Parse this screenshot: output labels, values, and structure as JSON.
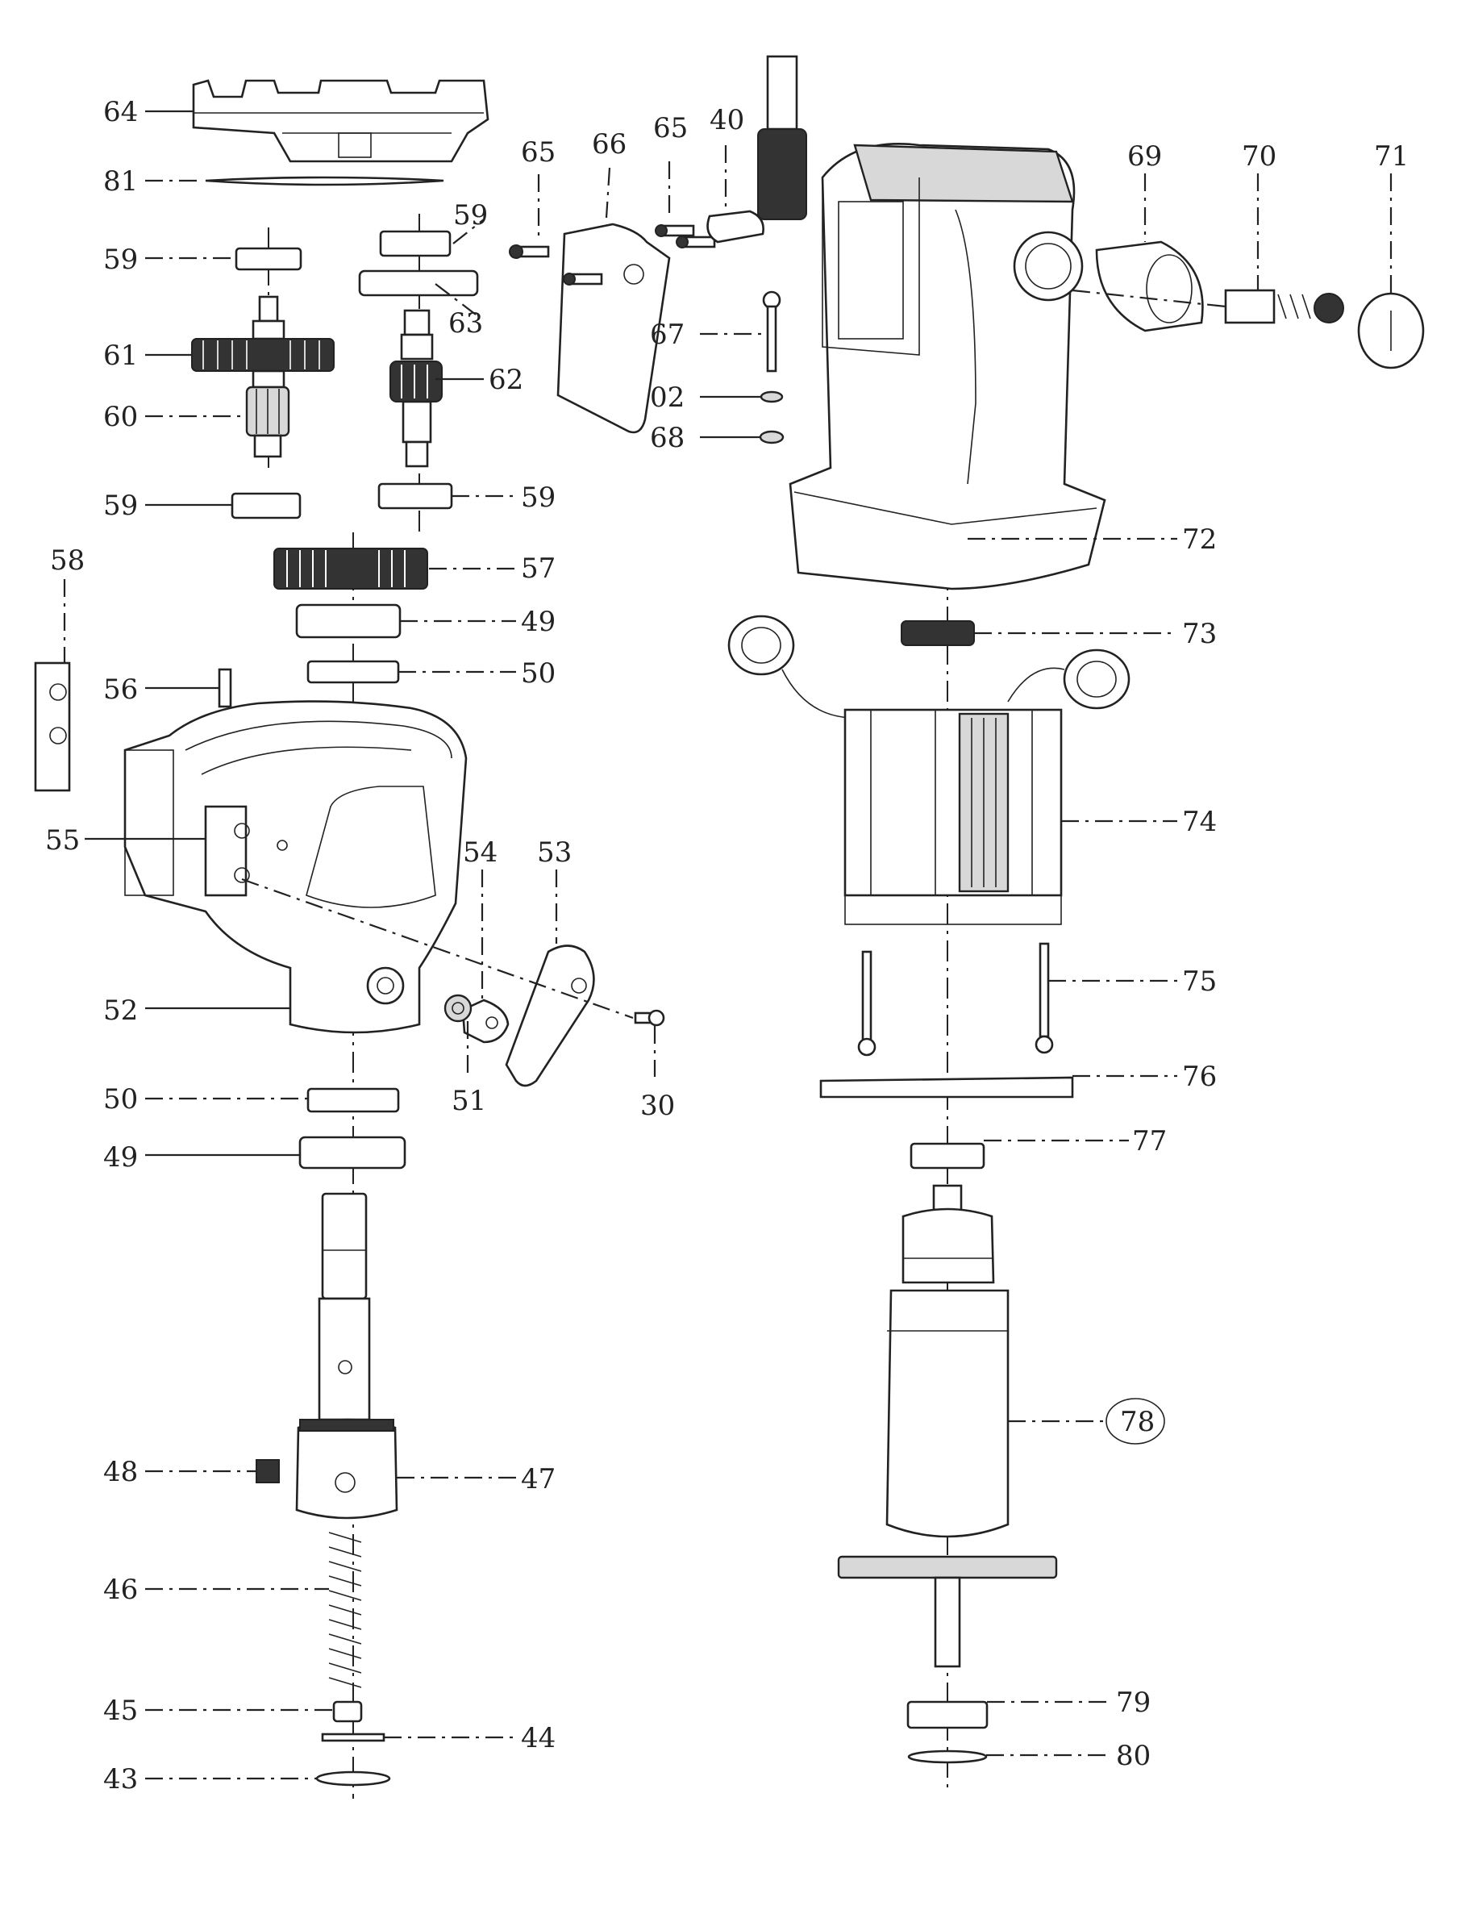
{
  "callouts": [
    {
      "id": "64",
      "label": "64"
    },
    {
      "id": "81",
      "label": "81"
    },
    {
      "id": "59a",
      "label": "59"
    },
    {
      "id": "59b",
      "label": "59"
    },
    {
      "id": "63",
      "label": "63"
    },
    {
      "id": "61",
      "label": "61"
    },
    {
      "id": "62",
      "label": "62"
    },
    {
      "id": "60",
      "label": "60"
    },
    {
      "id": "59c",
      "label": "59"
    },
    {
      "id": "59d",
      "label": "59"
    },
    {
      "id": "58",
      "label": "58"
    },
    {
      "id": "57",
      "label": "57"
    },
    {
      "id": "49a",
      "label": "49"
    },
    {
      "id": "50a",
      "label": "50"
    },
    {
      "id": "56",
      "label": "56"
    },
    {
      "id": "55",
      "label": "55"
    },
    {
      "id": "54",
      "label": "54"
    },
    {
      "id": "53",
      "label": "53"
    },
    {
      "id": "52",
      "label": "52"
    },
    {
      "id": "51",
      "label": "51"
    },
    {
      "id": "30",
      "label": "30"
    },
    {
      "id": "50b",
      "label": "50"
    },
    {
      "id": "49b",
      "label": "49"
    },
    {
      "id": "48",
      "label": "48"
    },
    {
      "id": "47",
      "label": "47"
    },
    {
      "id": "46",
      "label": "46"
    },
    {
      "id": "45",
      "label": "45"
    },
    {
      "id": "44",
      "label": "44"
    },
    {
      "id": "43",
      "label": "43"
    },
    {
      "id": "65a",
      "label": "65"
    },
    {
      "id": "66",
      "label": "66"
    },
    {
      "id": "65b",
      "label": "65"
    },
    {
      "id": "40",
      "label": "40"
    },
    {
      "id": "67",
      "label": "67"
    },
    {
      "id": "02",
      "label": "02"
    },
    {
      "id": "68",
      "label": "68"
    },
    {
      "id": "69",
      "label": "69"
    },
    {
      "id": "70",
      "label": "70"
    },
    {
      "id": "71",
      "label": "71"
    },
    {
      "id": "72",
      "label": "72"
    },
    {
      "id": "73",
      "label": "73"
    },
    {
      "id": "74",
      "label": "74"
    },
    {
      "id": "75",
      "label": "75"
    },
    {
      "id": "76",
      "label": "76"
    },
    {
      "id": "77",
      "label": "77"
    },
    {
      "id": "78",
      "label": "78"
    },
    {
      "id": "79",
      "label": "79"
    },
    {
      "id": "80",
      "label": "80"
    }
  ]
}
